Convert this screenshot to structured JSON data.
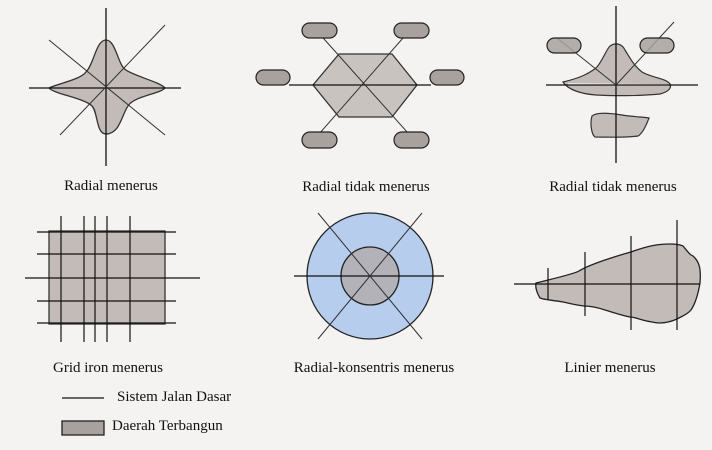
{
  "figure": {
    "panels": [
      {
        "id": "radial-menerus",
        "caption": "Radial menerus"
      },
      {
        "id": "radial-tidak-menerus-1",
        "caption": "Radial tidak menerus"
      },
      {
        "id": "radial-tidak-menerus-2",
        "caption": "Radial tidak menerus"
      },
      {
        "id": "grid-iron-menerus",
        "caption": "Grid iron menerus"
      },
      {
        "id": "radial-konsentris-menerus",
        "caption": "Radial-konsentris menerus"
      },
      {
        "id": "linier-menerus",
        "caption": "Linier menerus"
      }
    ],
    "legend": {
      "road": {
        "label": "Sistem Jalan Dasar",
        "icon": "line-icon"
      },
      "built": {
        "label": "Daerah Terbangun",
        "icon": "swatch-icon"
      }
    },
    "colors": {
      "background": "#f4f3f1",
      "built_area": "#c2bbb7",
      "satellite_area": "#a8a19d",
      "concentric_ring": "#b7cdee",
      "inner_core": "#b3b2b8",
      "line": "#1a1a1a"
    }
  }
}
